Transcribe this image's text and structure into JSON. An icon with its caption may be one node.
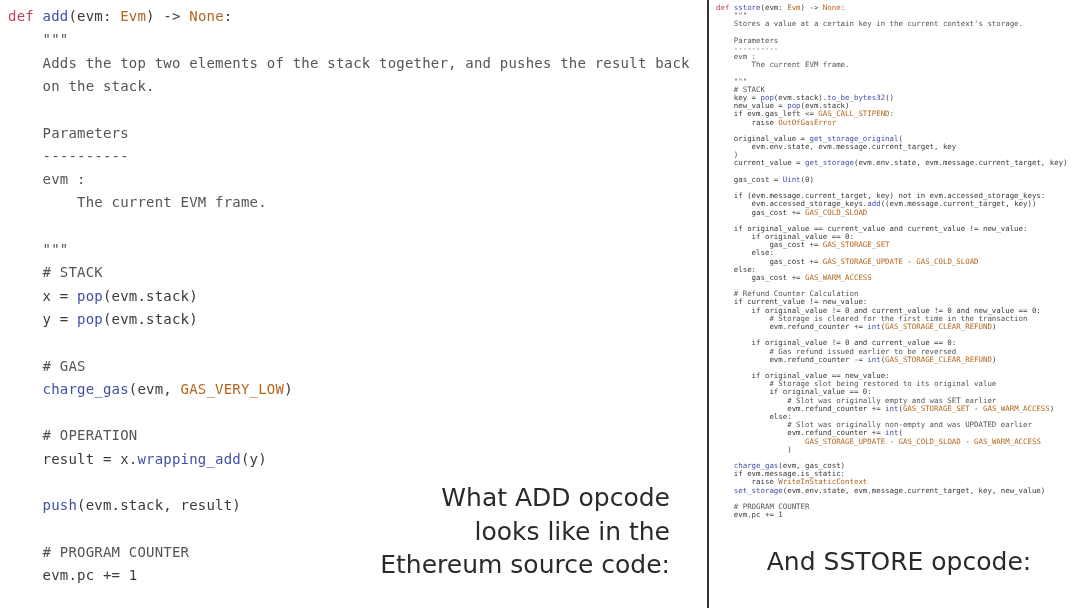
{
  "diagram": {
    "labels": [
      "def add(evm: Evm) -> None:",
      "\"\"\"",
      "Adds the top two elements of the stack together, and pushes the result back",
      "on the stack.",
      "Parameters",
      "----------",
      "evm :",
      "The current EVM frame.",
      "\"\"\"",
      "# STACK",
      "x = pop(evm.stack)",
      "y = pop(evm.stack)",
      "# GAS",
      "charge_gas(evm, GAS_VERY_LOW)",
      "# OPERATION",
      "result = x.wrapping_add(y)",
      "push(evm.stack, result)",
      "# PROGRAM COUNTER",
      "evm.pc += 1",
      "What ADD opcode looks like in the Ethereum source code:",
      "def sstore(evm: Evm) -> None:",
      "\"\"\"",
      "Stores a value at a certain key in the current context's storage.",
      "Parameters",
      "----------",
      "evm :",
      "The current EVM frame.",
      "\"\"\"",
      "# STACK",
      "key = pop(evm.stack).to_be_bytes32()",
      "new_value = pop(evm.stack)",
      "if evm.gas_left <= GAS_CALL_STIPEND:",
      "raise OutOfGasError",
      "original_value = get_storage_original(",
      "evm.env.state, evm.message.current_target, key",
      ")",
      "current_value = get_storage(evm.env.state, evm.message.current_target, key)",
      "gas_cost = Uint(0)",
      "if (evm.message.current_target, key) not in evm.accessed_storage_keys:",
      "evm.accessed_storage_keys.add((evm.message.current_target, key))",
      "gas_cost += GAS_COLD_SLOAD",
      "if original_value == current_value and current_value != new_value:",
      "if original_value == 0:",
      "gas_cost += GAS_STORAGE_SET",
      "else:",
      "gas_cost += GAS_STORAGE_UPDATE - GAS_COLD_SLOAD",
      "else:",
      "gas_cost += GAS_WARM_ACCESS",
      "# Refund Counter Calculation",
      "if current_value != new_value:",
      "if original_value != 0 and current_value != 0 and new_value == 0:",
      "# Storage is cleared for the first time in the transaction",
      "evm.refund_counter += int(GAS_STORAGE_CLEAR_REFUND)",
      "if original_value != 0 and current_value == 0:",
      "# Gas refund issued earlier to be reversed",
      "evm.refund_counter -= int(GAS_STORAGE_CLEAR_REFUND)",
      "if original_value == new_value:",
      "# Storage slot being restored to its original value",
      "if original_value == 0:",
      "# Slot was originally empty and was SET earlier",
      "evm.refund_counter += int(GAS_STORAGE_SET - GAS_WARM_ACCESS)",
      "else:",
      "# Slot was originally non-empty and was UPDATED earlier",
      "evm.refund_counter += int(",
      "GAS_STORAGE_UPDATE - GAS_COLD_SLOAD - GAS_WARM_ACCESS",
      ")",
      "charge_gas(evm, gas_cost)",
      "if evm.message.is_static:",
      "raise WriteInStaticContext",
      "set_storage(evm.env.state, evm.message.current_target, key, new_value)",
      "# PROGRAM COUNTER",
      "evm.pc += 1",
      "And SSTORE opcode:"
    ]
  }
}
